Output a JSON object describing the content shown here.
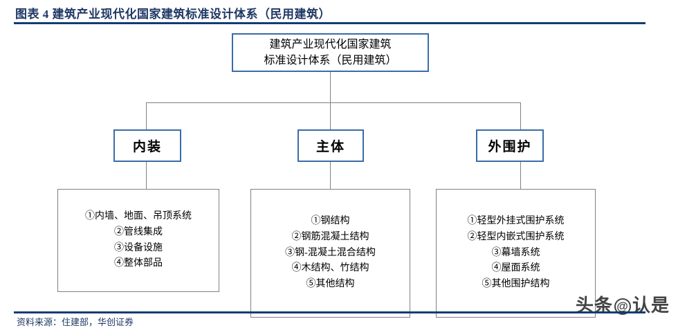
{
  "header": {
    "figure_title": "图表 4 建筑产业现代化国家建筑标准设计体系（民用建筑）",
    "rule_color": "#123c74",
    "title_color": "#1f3864"
  },
  "footer": {
    "source_note": "资料来源：住建部，华创证券"
  },
  "watermark": {
    "prefix": "头条",
    "symbol": "@",
    "suffix": "认是"
  },
  "diagram": {
    "type": "org-tree",
    "box_border_blue": "#3a6ca8",
    "box_border_gray": "#808080",
    "connector_color": "#808080",
    "root": {
      "line1": "建筑产业现代化国家建筑",
      "line2": "标准设计体系（民用建筑）"
    },
    "branches": [
      {
        "category": "内装",
        "items": [
          "①内墙、地面、吊顶系统",
          "②管线集成",
          "③设备设施",
          "④整体部品"
        ]
      },
      {
        "category": "主体",
        "items": [
          "①钢结构",
          "②钢筋混凝土结构",
          "③钢-混凝土混合结构",
          "④木结构、竹结构",
          "⑤其他结构"
        ]
      },
      {
        "category": "外围护",
        "items": [
          "①轻型外挂式围护系统",
          "②轻型内嵌式围护系统",
          "③幕墙系统",
          "④屋面系统",
          "⑤其他围护结构"
        ]
      }
    ]
  }
}
